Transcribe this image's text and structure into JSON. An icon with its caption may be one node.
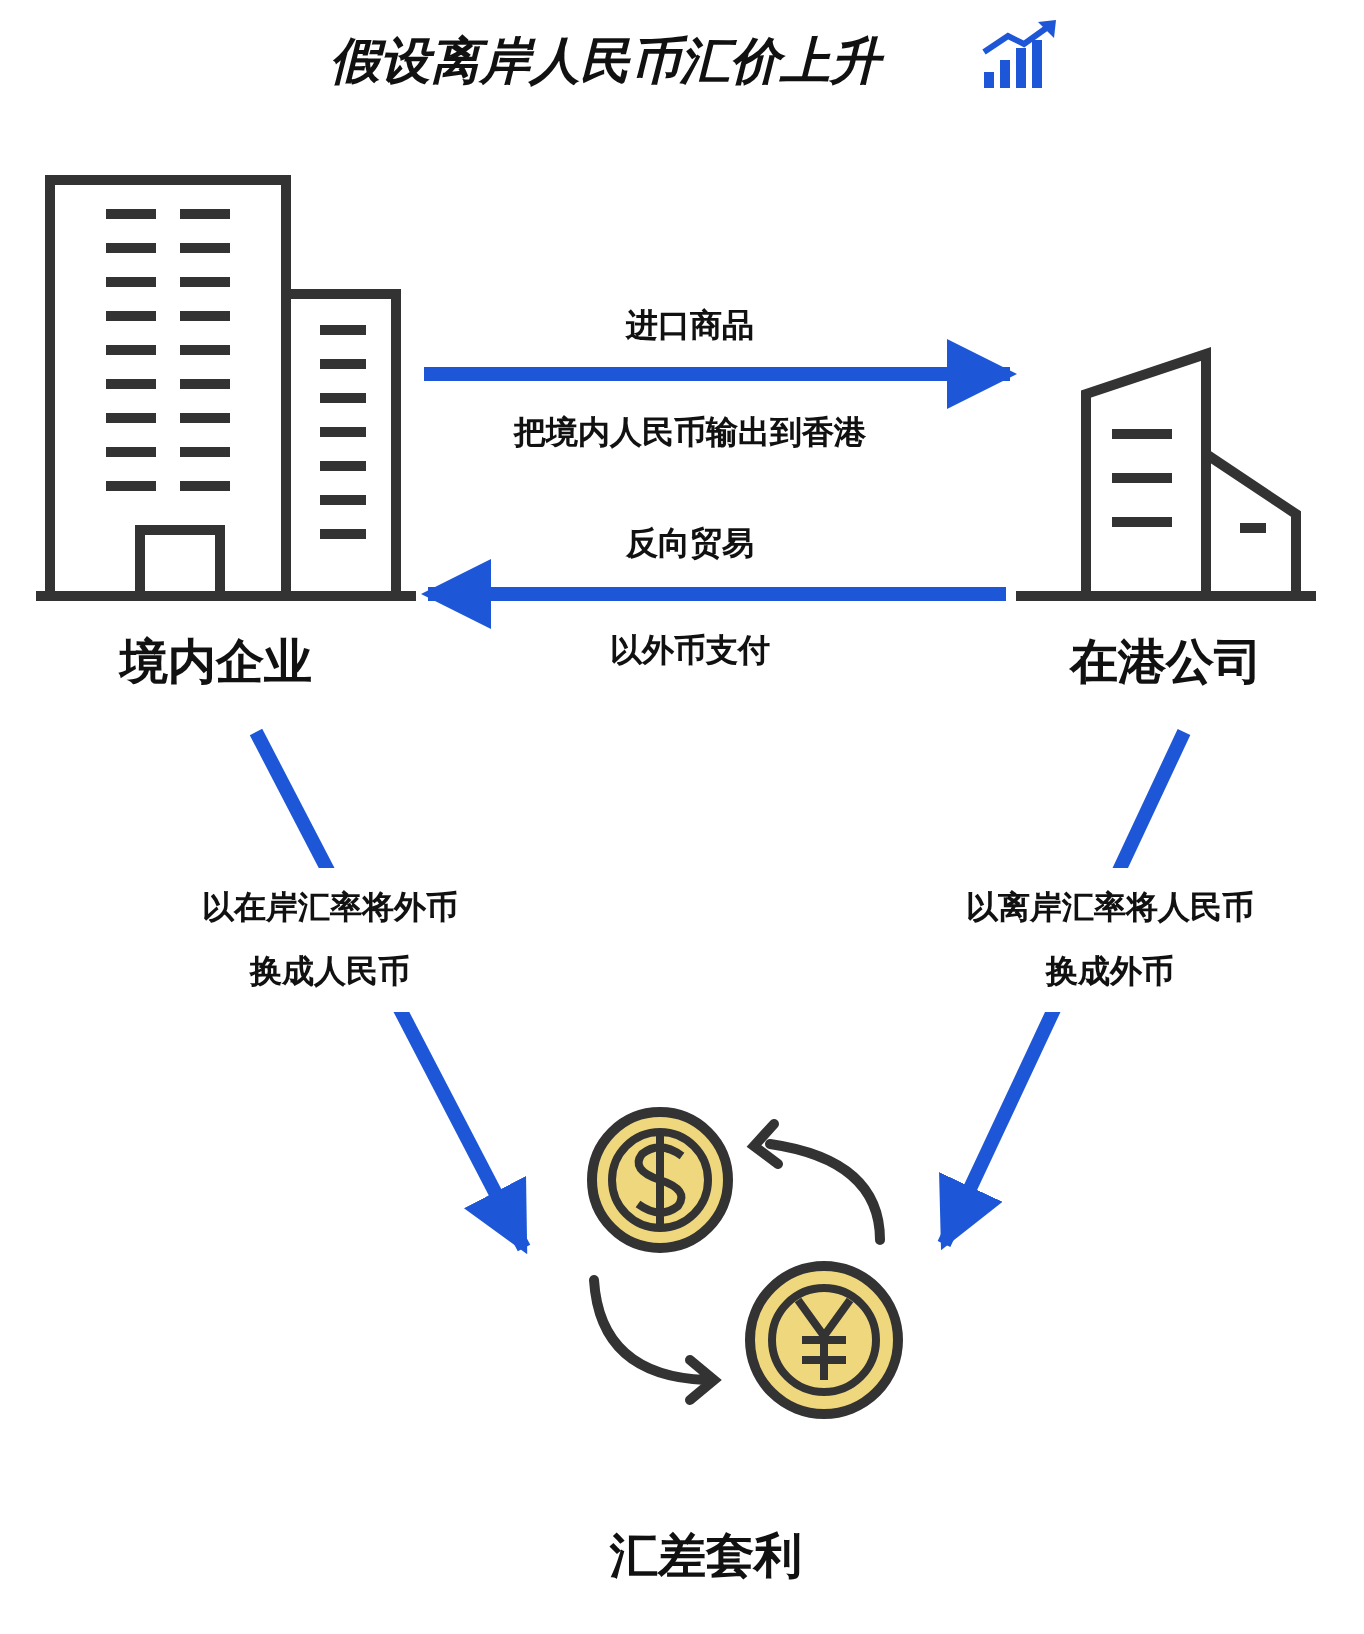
{
  "diagram": {
    "title": "假设离岸人民币汇价上升",
    "nodes": [
      {
        "text": [
          "境内企业"
        ]
      },
      {
        "text": [
          "在港公司"
        ]
      },
      {
        "text": [
          "汇差套利"
        ]
      }
    ],
    "edges": [
      {
        "from": 0,
        "to": 1,
        "arrow": "to",
        "label": "进口商品"
      },
      {
        "from": 1,
        "to": 0,
        "arrow": "to",
        "label": "反向贸易"
      },
      {
        "from": 0,
        "to": 2,
        "arrow": "to",
        "label": "以在岸汇率将外币换成人民币"
      },
      {
        "from": 1,
        "to": 2,
        "arrow": "to",
        "label": "以离岸汇率将人民币换成外币"
      }
    ],
    "labels": [
      "把境内人民币输出到香港",
      "以外币支付"
    ]
  }
}
